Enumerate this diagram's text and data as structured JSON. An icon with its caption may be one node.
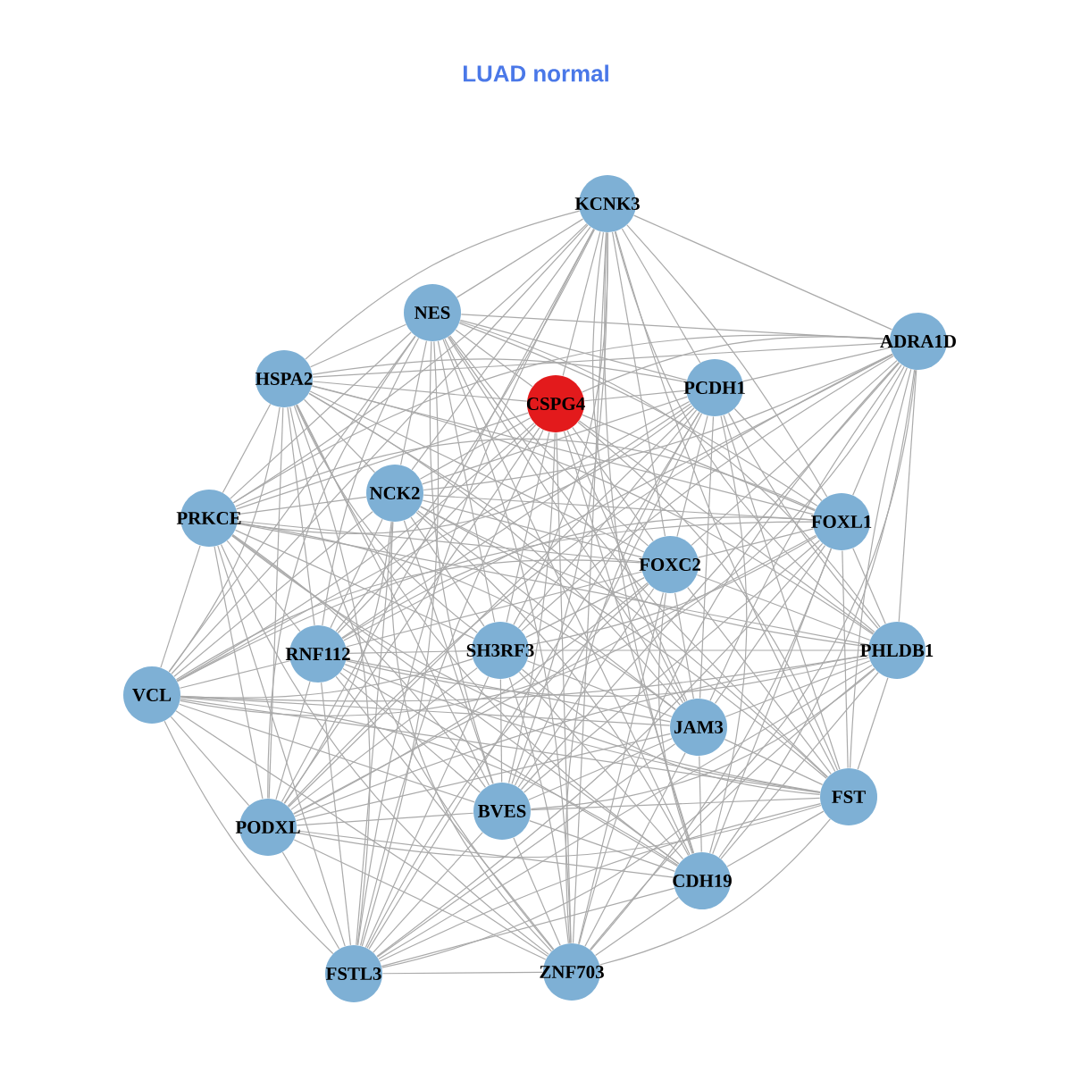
{
  "diagram": {
    "title": "LUAD normal",
    "nodes": [
      {
        "text": [
          "KCNK3"
        ]
      },
      {
        "text": [
          "NES"
        ]
      },
      {
        "text": [
          "ADRA1D"
        ]
      },
      {
        "text": [
          "HSPA2"
        ]
      },
      {
        "text": [
          "CSPG4"
        ]
      },
      {
        "text": [
          "PCDH1"
        ]
      },
      {
        "text": [
          "PRKCE"
        ]
      },
      {
        "text": [
          "NCK2"
        ]
      },
      {
        "text": [
          "FOXL1"
        ]
      },
      {
        "text": [
          "FOXC2"
        ]
      },
      {
        "text": [
          "RNF112"
        ]
      },
      {
        "text": [
          "SH3RF3"
        ]
      },
      {
        "text": [
          "PHLDB1"
        ]
      },
      {
        "text": [
          "VCL"
        ]
      },
      {
        "text": [
          "JAM3"
        ]
      },
      {
        "text": [
          "FST"
        ]
      },
      {
        "text": [
          "BVES"
        ]
      },
      {
        "text": [
          "PODXL"
        ]
      },
      {
        "text": [
          "CDH19"
        ]
      },
      {
        "text": [
          "FSTL3"
        ]
      },
      {
        "text": [
          "ZNF703"
        ]
      }
    ],
    "edges": [
      {
        "from": 0,
        "to": 1,
        "arrow": "none"
      },
      {
        "from": 0,
        "to": 2,
        "arrow": "none"
      },
      {
        "from": 0,
        "to": 3,
        "arrow": "none"
      },
      {
        "from": 0,
        "to": 4,
        "arrow": "none"
      },
      {
        "from": 0,
        "to": 5,
        "arrow": "none"
      },
      {
        "from": 0,
        "to": 6,
        "arrow": "none"
      },
      {
        "from": 0,
        "to": 7,
        "arrow": "none"
      },
      {
        "from": 0,
        "to": 8,
        "arrow": "none"
      },
      {
        "from": 0,
        "to": 9,
        "arrow": "none"
      },
      {
        "from": 0,
        "to": 10,
        "arrow": "none"
      },
      {
        "from": 0,
        "to": 11,
        "arrow": "none"
      },
      {
        "from": 0,
        "to": 12,
        "arrow": "none"
      },
      {
        "from": 0,
        "to": 13,
        "arrow": "none"
      },
      {
        "from": 0,
        "to": 14,
        "arrow": "none"
      },
      {
        "from": 0,
        "to": 15,
        "arrow": "none"
      },
      {
        "from": 0,
        "to": 16,
        "arrow": "none"
      },
      {
        "from": 0,
        "to": 17,
        "arrow": "none"
      },
      {
        "from": 0,
        "to": 18,
        "arrow": "none"
      },
      {
        "from": 0,
        "to": 19,
        "arrow": "none"
      },
      {
        "from": 0,
        "to": 20,
        "arrow": "none"
      },
      {
        "from": 1,
        "to": 2,
        "arrow": "none"
      },
      {
        "from": 1,
        "to": 3,
        "arrow": "none"
      },
      {
        "from": 1,
        "to": 4,
        "arrow": "none"
      },
      {
        "from": 1,
        "to": 5,
        "arrow": "none"
      },
      {
        "from": 1,
        "to": 6,
        "arrow": "none"
      },
      {
        "from": 1,
        "to": 7,
        "arrow": "none"
      },
      {
        "from": 1,
        "to": 8,
        "arrow": "none"
      },
      {
        "from": 1,
        "to": 9,
        "arrow": "none"
      },
      {
        "from": 1,
        "to": 10,
        "arrow": "none"
      },
      {
        "from": 1,
        "to": 11,
        "arrow": "none"
      },
      {
        "from": 1,
        "to": 12,
        "arrow": "none"
      },
      {
        "from": 1,
        "to": 13,
        "arrow": "none"
      },
      {
        "from": 1,
        "to": 14,
        "arrow": "none"
      },
      {
        "from": 1,
        "to": 15,
        "arrow": "none"
      },
      {
        "from": 1,
        "to": 16,
        "arrow": "none"
      },
      {
        "from": 1,
        "to": 17,
        "arrow": "none"
      },
      {
        "from": 1,
        "to": 18,
        "arrow": "none"
      },
      {
        "from": 1,
        "to": 19,
        "arrow": "none"
      },
      {
        "from": 1,
        "to": 20,
        "arrow": "none"
      },
      {
        "from": 2,
        "to": 3,
        "arrow": "none"
      },
      {
        "from": 2,
        "to": 4,
        "arrow": "none"
      },
      {
        "from": 2,
        "to": 5,
        "arrow": "none"
      },
      {
        "from": 2,
        "to": 6,
        "arrow": "none"
      },
      {
        "from": 2,
        "to": 7,
        "arrow": "none"
      },
      {
        "from": 2,
        "to": 8,
        "arrow": "none"
      },
      {
        "from": 2,
        "to": 9,
        "arrow": "none"
      },
      {
        "from": 2,
        "to": 10,
        "arrow": "none"
      },
      {
        "from": 2,
        "to": 11,
        "arrow": "none"
      },
      {
        "from": 2,
        "to": 12,
        "arrow": "none"
      },
      {
        "from": 2,
        "to": 13,
        "arrow": "none"
      },
      {
        "from": 2,
        "to": 14,
        "arrow": "none"
      },
      {
        "from": 2,
        "to": 15,
        "arrow": "none"
      },
      {
        "from": 2,
        "to": 16,
        "arrow": "none"
      },
      {
        "from": 2,
        "to": 17,
        "arrow": "none"
      },
      {
        "from": 2,
        "to": 18,
        "arrow": "none"
      },
      {
        "from": 2,
        "to": 19,
        "arrow": "none"
      },
      {
        "from": 2,
        "to": 20,
        "arrow": "none"
      },
      {
        "from": 3,
        "to": 4,
        "arrow": "none"
      },
      {
        "from": 3,
        "to": 5,
        "arrow": "none"
      },
      {
        "from": 3,
        "to": 6,
        "arrow": "none"
      },
      {
        "from": 3,
        "to": 7,
        "arrow": "none"
      },
      {
        "from": 3,
        "to": 8,
        "arrow": "none"
      },
      {
        "from": 3,
        "to": 9,
        "arrow": "none"
      },
      {
        "from": 3,
        "to": 10,
        "arrow": "none"
      },
      {
        "from": 3,
        "to": 11,
        "arrow": "none"
      },
      {
        "from": 3,
        "to": 12,
        "arrow": "none"
      },
      {
        "from": 3,
        "to": 13,
        "arrow": "none"
      },
      {
        "from": 3,
        "to": 14,
        "arrow": "none"
      },
      {
        "from": 3,
        "to": 15,
        "arrow": "none"
      },
      {
        "from": 3,
        "to": 16,
        "arrow": "none"
      },
      {
        "from": 3,
        "to": 17,
        "arrow": "none"
      },
      {
        "from": 3,
        "to": 18,
        "arrow": "none"
      },
      {
        "from": 3,
        "to": 19,
        "arrow": "none"
      },
      {
        "from": 3,
        "to": 20,
        "arrow": "none"
      },
      {
        "from": 4,
        "to": 5,
        "arrow": "none"
      },
      {
        "from": 4,
        "to": 6,
        "arrow": "none"
      },
      {
        "from": 4,
        "to": 7,
        "arrow": "none"
      },
      {
        "from": 4,
        "to": 8,
        "arrow": "none"
      },
      {
        "from": 4,
        "to": 9,
        "arrow": "none"
      },
      {
        "from": 4,
        "to": 10,
        "arrow": "none"
      },
      {
        "from": 4,
        "to": 11,
        "arrow": "none"
      },
      {
        "from": 4,
        "to": 12,
        "arrow": "none"
      },
      {
        "from": 4,
        "to": 13,
        "arrow": "none"
      },
      {
        "from": 4,
        "to": 14,
        "arrow": "none"
      },
      {
        "from": 4,
        "to": 15,
        "arrow": "none"
      },
      {
        "from": 4,
        "to": 16,
        "arrow": "none"
      },
      {
        "from": 4,
        "to": 17,
        "arrow": "none"
      },
      {
        "from": 4,
        "to": 18,
        "arrow": "none"
      },
      {
        "from": 4,
        "to": 19,
        "arrow": "none"
      },
      {
        "from": 4,
        "to": 20,
        "arrow": "none"
      },
      {
        "from": 5,
        "to": 6,
        "arrow": "none"
      },
      {
        "from": 5,
        "to": 7,
        "arrow": "none"
      },
      {
        "from": 5,
        "to": 8,
        "arrow": "none"
      },
      {
        "from": 5,
        "to": 9,
        "arrow": "none"
      },
      {
        "from": 5,
        "to": 10,
        "arrow": "none"
      },
      {
        "from": 5,
        "to": 11,
        "arrow": "none"
      },
      {
        "from": 5,
        "to": 12,
        "arrow": "none"
      },
      {
        "from": 5,
        "to": 13,
        "arrow": "none"
      },
      {
        "from": 5,
        "to": 14,
        "arrow": "none"
      },
      {
        "from": 5,
        "to": 15,
        "arrow": "none"
      },
      {
        "from": 5,
        "to": 16,
        "arrow": "none"
      },
      {
        "from": 5,
        "to": 17,
        "arrow": "none"
      },
      {
        "from": 5,
        "to": 18,
        "arrow": "none"
      },
      {
        "from": 5,
        "to": 19,
        "arrow": "none"
      },
      {
        "from": 5,
        "to": 20,
        "arrow": "none"
      },
      {
        "from": 6,
        "to": 7,
        "arrow": "none"
      },
      {
        "from": 6,
        "to": 8,
        "arrow": "none"
      },
      {
        "from": 6,
        "to": 9,
        "arrow": "none"
      },
      {
        "from": 6,
        "to": 10,
        "arrow": "none"
      },
      {
        "from": 6,
        "to": 11,
        "arrow": "none"
      },
      {
        "from": 6,
        "to": 12,
        "arrow": "none"
      },
      {
        "from": 6,
        "to": 13,
        "arrow": "none"
      },
      {
        "from": 6,
        "to": 14,
        "arrow": "none"
      },
      {
        "from": 6,
        "to": 15,
        "arrow": "none"
      },
      {
        "from": 6,
        "to": 16,
        "arrow": "none"
      },
      {
        "from": 6,
        "to": 17,
        "arrow": "none"
      },
      {
        "from": 6,
        "to": 18,
        "arrow": "none"
      },
      {
        "from": 6,
        "to": 19,
        "arrow": "none"
      },
      {
        "from": 6,
        "to": 20,
        "arrow": "none"
      },
      {
        "from": 7,
        "to": 8,
        "arrow": "none"
      },
      {
        "from": 7,
        "to": 9,
        "arrow": "none"
      },
      {
        "from": 7,
        "to": 10,
        "arrow": "none"
      },
      {
        "from": 7,
        "to": 11,
        "arrow": "none"
      },
      {
        "from": 7,
        "to": 12,
        "arrow": "none"
      },
      {
        "from": 7,
        "to": 13,
        "arrow": "none"
      },
      {
        "from": 7,
        "to": 14,
        "arrow": "none"
      },
      {
        "from": 7,
        "to": 15,
        "arrow": "none"
      },
      {
        "from": 7,
        "to": 16,
        "arrow": "none"
      },
      {
        "from": 7,
        "to": 17,
        "arrow": "none"
      },
      {
        "from": 7,
        "to": 18,
        "arrow": "none"
      },
      {
        "from": 7,
        "to": 19,
        "arrow": "none"
      },
      {
        "from": 7,
        "to": 20,
        "arrow": "none"
      },
      {
        "from": 8,
        "to": 9,
        "arrow": "none"
      },
      {
        "from": 8,
        "to": 10,
        "arrow": "none"
      },
      {
        "from": 8,
        "to": 11,
        "arrow": "none"
      },
      {
        "from": 8,
        "to": 12,
        "arrow": "none"
      },
      {
        "from": 8,
        "to": 13,
        "arrow": "none"
      },
      {
        "from": 8,
        "to": 14,
        "arrow": "none"
      },
      {
        "from": 8,
        "to": 15,
        "arrow": "none"
      },
      {
        "from": 8,
        "to": 16,
        "arrow": "none"
      },
      {
        "from": 8,
        "to": 17,
        "arrow": "none"
      },
      {
        "from": 8,
        "to": 18,
        "arrow": "none"
      },
      {
        "from": 8,
        "to": 19,
        "arrow": "none"
      },
      {
        "from": 8,
        "to": 20,
        "arrow": "none"
      },
      {
        "from": 9,
        "to": 10,
        "arrow": "none"
      },
      {
        "from": 9,
        "to": 11,
        "arrow": "none"
      },
      {
        "from": 9,
        "to": 12,
        "arrow": "none"
      },
      {
        "from": 9,
        "to": 13,
        "arrow": "none"
      },
      {
        "from": 9,
        "to": 14,
        "arrow": "none"
      },
      {
        "from": 9,
        "to": 15,
        "arrow": "none"
      },
      {
        "from": 9,
        "to": 16,
        "arrow": "none"
      },
      {
        "from": 9,
        "to": 17,
        "arrow": "none"
      },
      {
        "from": 9,
        "to": 18,
        "arrow": "none"
      },
      {
        "from": 9,
        "to": 19,
        "arrow": "none"
      },
      {
        "from": 9,
        "to": 20,
        "arrow": "none"
      },
      {
        "from": 10,
        "to": 11,
        "arrow": "none"
      },
      {
        "from": 10,
        "to": 12,
        "arrow": "none"
      },
      {
        "from": 10,
        "to": 13,
        "arrow": "none"
      },
      {
        "from": 10,
        "to": 14,
        "arrow": "none"
      },
      {
        "from": 10,
        "to": 15,
        "arrow": "none"
      },
      {
        "from": 10,
        "to": 16,
        "arrow": "none"
      },
      {
        "from": 10,
        "to": 17,
        "arrow": "none"
      },
      {
        "from": 10,
        "to": 18,
        "arrow": "none"
      },
      {
        "from": 10,
        "to": 19,
        "arrow": "none"
      },
      {
        "from": 10,
        "to": 20,
        "arrow": "none"
      },
      {
        "from": 11,
        "to": 12,
        "arrow": "none"
      },
      {
        "from": 11,
        "to": 13,
        "arrow": "none"
      },
      {
        "from": 11,
        "to": 14,
        "arrow": "none"
      },
      {
        "from": 11,
        "to": 15,
        "arrow": "none"
      },
      {
        "from": 11,
        "to": 16,
        "arrow": "none"
      },
      {
        "from": 11,
        "to": 17,
        "arrow": "none"
      },
      {
        "from": 11,
        "to": 18,
        "arrow": "none"
      },
      {
        "from": 11,
        "to": 19,
        "arrow": "none"
      },
      {
        "from": 11,
        "to": 20,
        "arrow": "none"
      },
      {
        "from": 12,
        "to": 13,
        "arrow": "none"
      },
      {
        "from": 12,
        "to": 14,
        "arrow": "none"
      },
      {
        "from": 12,
        "to": 15,
        "arrow": "none"
      },
      {
        "from": 12,
        "to": 16,
        "arrow": "none"
      },
      {
        "from": 12,
        "to": 17,
        "arrow": "none"
      },
      {
        "from": 12,
        "to": 18,
        "arrow": "none"
      },
      {
        "from": 12,
        "to": 19,
        "arrow": "none"
      },
      {
        "from": 12,
        "to": 20,
        "arrow": "none"
      },
      {
        "from": 13,
        "to": 14,
        "arrow": "none"
      },
      {
        "from": 13,
        "to": 15,
        "arrow": "none"
      },
      {
        "from": 13,
        "to": 16,
        "arrow": "none"
      },
      {
        "from": 13,
        "to": 17,
        "arrow": "none"
      },
      {
        "from": 13,
        "to": 18,
        "arrow": "none"
      },
      {
        "from": 13,
        "to": 19,
        "arrow": "none"
      },
      {
        "from": 13,
        "to": 20,
        "arrow": "none"
      },
      {
        "from": 14,
        "to": 15,
        "arrow": "none"
      },
      {
        "from": 14,
        "to": 16,
        "arrow": "none"
      },
      {
        "from": 14,
        "to": 17,
        "arrow": "none"
      },
      {
        "from": 14,
        "to": 18,
        "arrow": "none"
      },
      {
        "from": 14,
        "to": 19,
        "arrow": "none"
      },
      {
        "from": 14,
        "to": 20,
        "arrow": "none"
      },
      {
        "from": 15,
        "to": 16,
        "arrow": "none"
      },
      {
        "from": 15,
        "to": 17,
        "arrow": "none"
      },
      {
        "from": 15,
        "to": 18,
        "arrow": "none"
      },
      {
        "from": 15,
        "to": 19,
        "arrow": "none"
      },
      {
        "from": 15,
        "to": 20,
        "arrow": "none"
      },
      {
        "from": 16,
        "to": 17,
        "arrow": "none"
      },
      {
        "from": 16,
        "to": 18,
        "arrow": "none"
      },
      {
        "from": 16,
        "to": 19,
        "arrow": "none"
      },
      {
        "from": 16,
        "to": 20,
        "arrow": "none"
      },
      {
        "from": 17,
        "to": 18,
        "arrow": "none"
      },
      {
        "from": 17,
        "to": 19,
        "arrow": "none"
      },
      {
        "from": 17,
        "to": 20,
        "arrow": "none"
      },
      {
        "from": 18,
        "to": 19,
        "arrow": "none"
      },
      {
        "from": 18,
        "to": 20,
        "arrow": "none"
      },
      {
        "from": 19,
        "to": 20,
        "arrow": "none"
      }
    ]
  }
}
